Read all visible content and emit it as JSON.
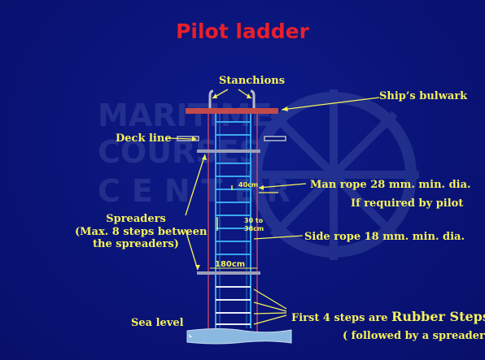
{
  "title": "Pilot ladder",
  "watermark": {
    "line1": "MARITIME",
    "line2": "COURSES",
    "line3": "CENTER"
  },
  "labels": {
    "stanchions": "Stanchions",
    "ships_bulwark": "Ship’s bulwark",
    "deck_line": "Deck line",
    "man_rope": "Man rope 28 mm. min. dia.",
    "if_required": "If required by pilot",
    "spreaders_line1": "Spreaders",
    "spreaders_line2": "(Max. 8 steps between",
    "spreaders_line3": "the spreaders)",
    "side_rope": "Side rope 18 mm. min. dia.",
    "sea_level": "Sea level",
    "first_steps_prefix": "First 4 steps are ",
    "first_steps_big": "Rubber Steps",
    "followed": "( followed by a spreader)"
  },
  "dimensions": {
    "step_gap": "40cm",
    "spacing_line1": "30 to",
    "spacing_line2": "38cm",
    "spreader_width": "180cm"
  },
  "colors": {
    "background": "#0a1478",
    "title": "#e8202a",
    "label": "#f6f25a",
    "bulwark": "#c24a4a",
    "ladder": "#3aa8ee",
    "spreader": "#9aa0b8",
    "sea": "#8ab8e0",
    "arrow": "#f6f25a"
  }
}
